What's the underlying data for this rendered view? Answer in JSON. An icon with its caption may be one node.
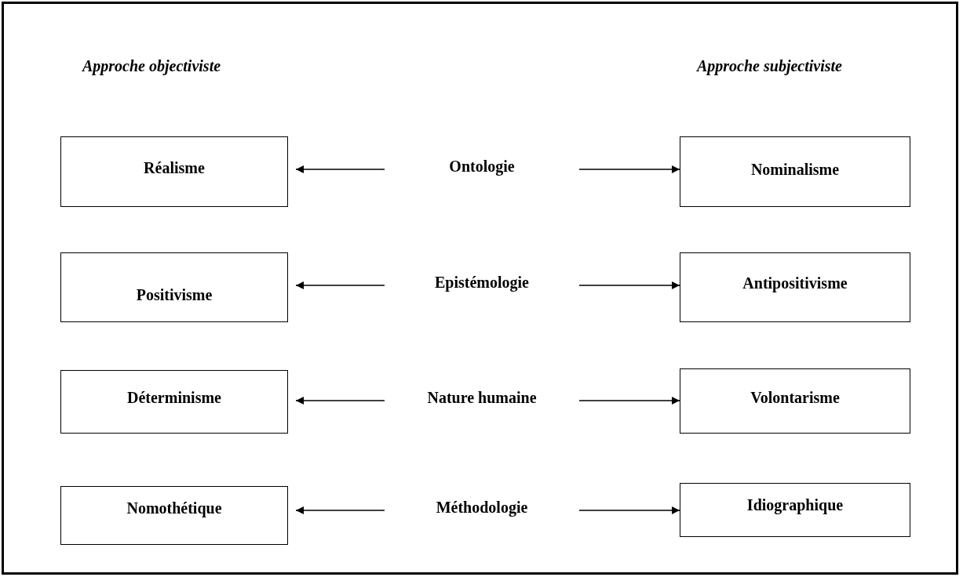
{
  "diagram": {
    "nodes": [
      {
        "text": [
          "Réalisme"
        ]
      },
      {
        "text": [
          "Ontologie"
        ]
      },
      {
        "text": [
          "Nominalisme"
        ]
      },
      {
        "text": [
          "Positivisme"
        ]
      },
      {
        "text": [
          "Epistémologie"
        ]
      },
      {
        "text": [
          "Antipositivisme"
        ]
      },
      {
        "text": [
          "Déterminisme"
        ]
      },
      {
        "text": [
          "Nature humaine"
        ]
      },
      {
        "text": [
          "Volontarisme"
        ]
      },
      {
        "text": [
          "Nomothétique"
        ]
      },
      {
        "text": [
          "Méthodologie"
        ]
      },
      {
        "text": [
          "Idiographique"
        ]
      }
    ],
    "edges": [
      {
        "from": 1,
        "to": 0,
        "arrow": "to"
      },
      {
        "from": 1,
        "to": 2,
        "arrow": "to"
      },
      {
        "from": 4,
        "to": 3,
        "arrow": "to"
      },
      {
        "from": 4,
        "to": 5,
        "arrow": "to"
      },
      {
        "from": 7,
        "to": 6,
        "arrow": "to"
      },
      {
        "from": 7,
        "to": 8,
        "arrow": "to"
      },
      {
        "from": 10,
        "to": 9,
        "arrow": "to"
      },
      {
        "from": 10,
        "to": 11,
        "arrow": "to"
      }
    ],
    "labels": [
      "Approche objectiviste",
      "Approche subjectiviste"
    ]
  }
}
